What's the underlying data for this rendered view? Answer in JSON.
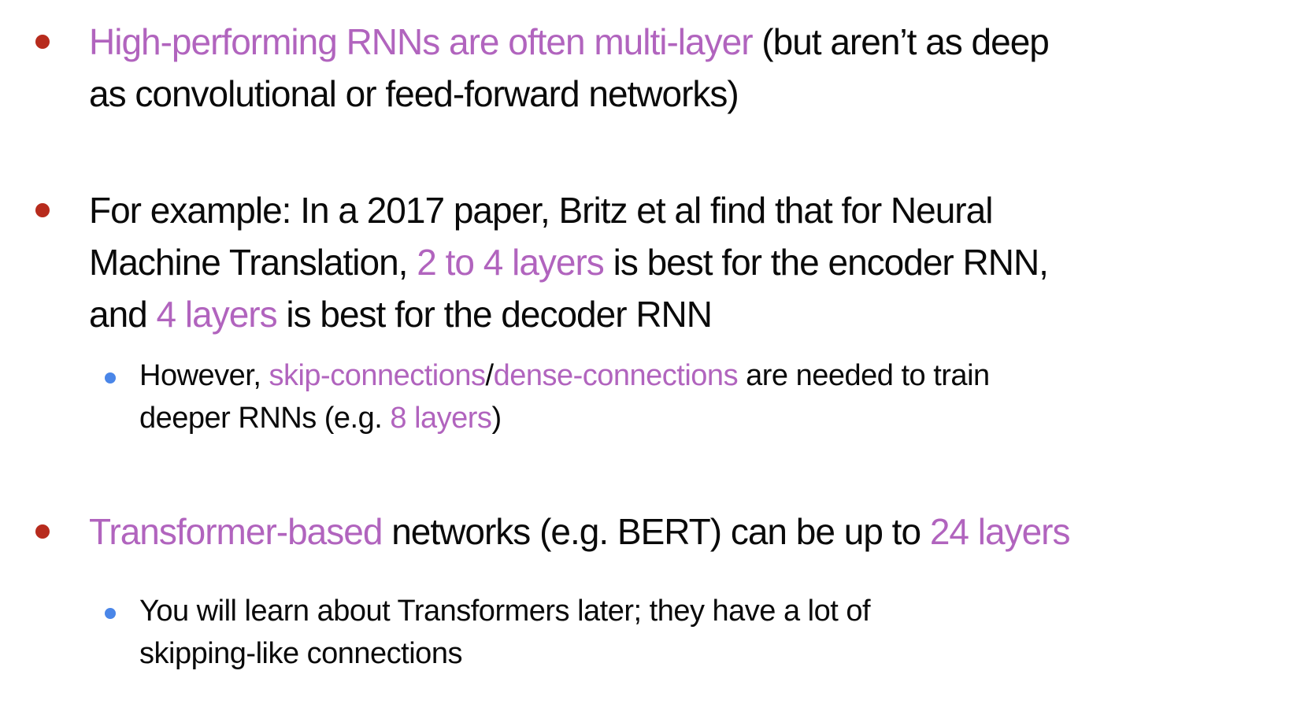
{
  "slide": {
    "background": "#ffffff"
  },
  "colors": {
    "purple": "#b164be",
    "black": "#0a0a0a",
    "bullet_level1_red": "#b72b1d",
    "bullet_level2_blue": "#4a86e8"
  },
  "bullets": [
    {
      "level": 1,
      "segments": [
        {
          "color": "purple",
          "text": "High-performing RNNs are often multi-layer "
        },
        {
          "color": "black",
          "text": "(but aren’t as deep\nas convolutional or feed-forward networks)"
        }
      ]
    },
    {
      "level": 1,
      "segments": [
        {
          "color": "black",
          "text": "For example: In a 2017 paper, Britz et al find that for Neural\nMachine Translation, "
        },
        {
          "color": "purple",
          "text": "2 to 4 layers"
        },
        {
          "color": "black",
          "text": " is best for the encoder RNN,\nand "
        },
        {
          "color": "purple",
          "text": "4 layers"
        },
        {
          "color": "black",
          "text": " is best for the decoder RNN"
        }
      ]
    },
    {
      "level": 2,
      "segments": [
        {
          "color": "black",
          "text": "However, "
        },
        {
          "color": "purple",
          "text": "skip-connections"
        },
        {
          "color": "black",
          "text": "/"
        },
        {
          "color": "purple",
          "text": "dense-connections"
        },
        {
          "color": "black",
          "text": " are needed to train\ndeeper RNNs (e.g. "
        },
        {
          "color": "purple",
          "text": "8 layers"
        },
        {
          "color": "black",
          "text": ")"
        }
      ]
    },
    {
      "level": 1,
      "segments": [
        {
          "color": "purple",
          "text": "Transformer-based"
        },
        {
          "color": "black",
          "text": " networks (e.g. BERT) can be up to "
        },
        {
          "color": "purple",
          "text": "24 layers"
        }
      ]
    },
    {
      "level": 2,
      "segments": [
        {
          "color": "black",
          "text": "You will learn about Transformers later; they have a lot of\nskipping-like connections"
        }
      ]
    }
  ]
}
